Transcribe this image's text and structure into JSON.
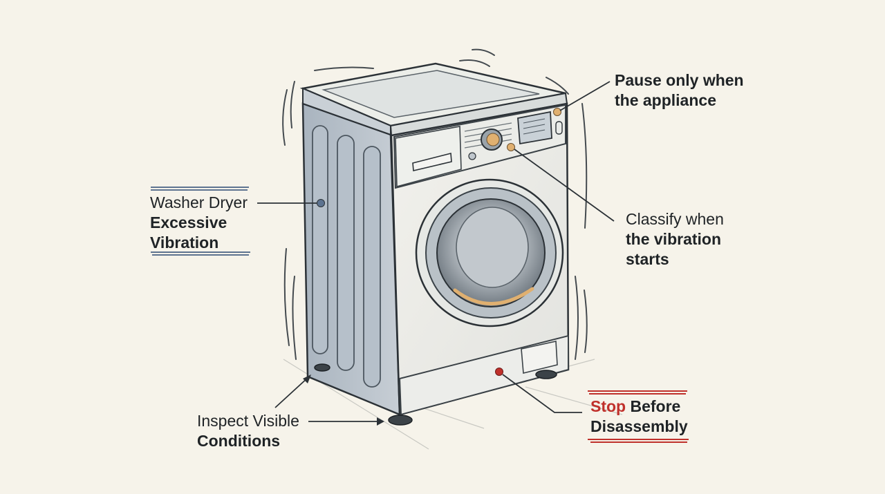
{
  "callouts": {
    "top_right": {
      "line1": "Pause only when",
      "line2": "the appliance"
    },
    "left": {
      "line1": "Washer Dryer",
      "line2": "Excessive",
      "line3": "Vibration"
    },
    "middle_right": {
      "line1": "Classify when",
      "line2": "the vibration",
      "line3": "starts"
    },
    "bottom_left": {
      "line1": "Inspect Visible",
      "line2": "Conditions"
    },
    "bottom_right": {
      "highlight": "Stop",
      "rest": " Before",
      "line2": "Disassembly"
    }
  },
  "colors": {
    "background": "#f6f3ea",
    "ink": "#1f2326",
    "accent_blue": "#5d7390",
    "accent_red": "#c0302b",
    "knob_orange": "#e0b070"
  }
}
